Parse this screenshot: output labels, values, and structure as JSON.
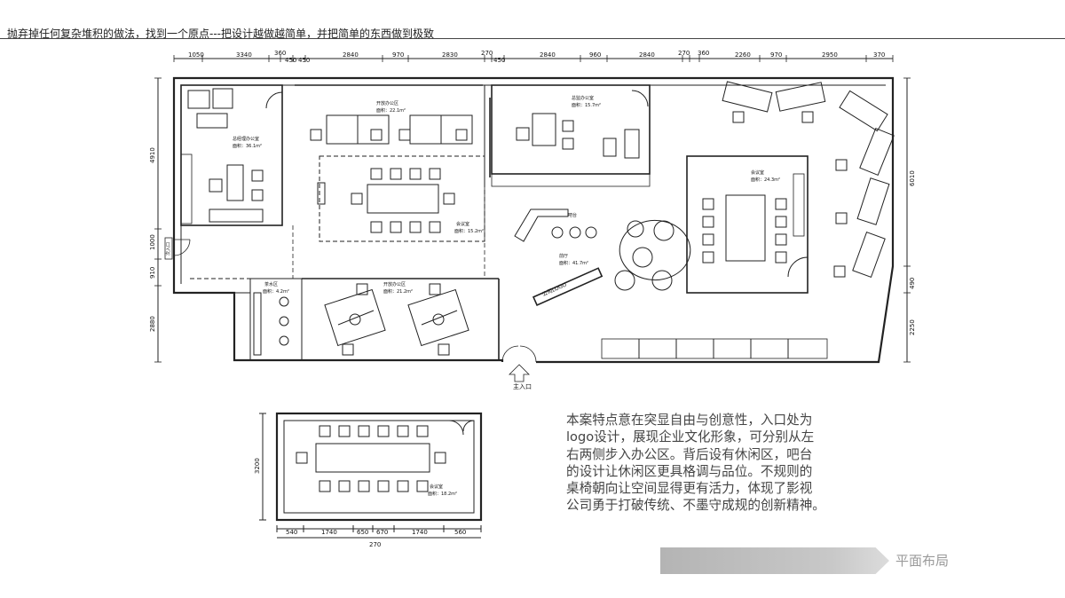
{
  "header": {
    "title": "抛弃掉任何复杂堆积的做法，找到一个原点---把设计越做越简单，并把简单的东西做到极致"
  },
  "plan": {
    "top_dims": [
      "1050",
      "3340",
      "360",
      "450",
      "450",
      "2840",
      "970",
      "2830",
      "270",
      "450",
      "2840",
      "960",
      "2840",
      "270",
      "360",
      "2260",
      "970",
      "2950",
      "370"
    ],
    "left_dims": [
      "4910",
      "1000",
      "910",
      "2880"
    ],
    "right_dims": [
      "6010",
      "490",
      "2250"
    ],
    "rooms": {
      "manager_office": "总经理办公室",
      "manager_area": "面积：36.1m²",
      "open_office": "开放办公区",
      "open_area": "面积：22.1m²",
      "finance": "总监办公室",
      "finance_area": "面积：15.7m²",
      "meeting1": "会议室",
      "meeting1_area": "面积：15.2m²",
      "meeting2": "会议室",
      "meeting2_area": "面积：24.3m²",
      "bar": "吧台",
      "hall": "前厅",
      "hall_area": "面积：41.7m²",
      "tea": "茶水区",
      "tea_area": "面积：4.2m²",
      "office2": "开放办公区",
      "office2_area": "面积：21.2m²",
      "side_entrance": "次入口",
      "main_entrance": "主入口",
      "logo_wall": "公司LOGO"
    }
  },
  "inset": {
    "width_dims": [
      "540",
      "1740",
      "650",
      "670",
      "1740",
      "560"
    ],
    "total": "270",
    "height_dim": "3200",
    "room": "会议室",
    "room_area": "面积：18.2m²"
  },
  "description": [
    "本案特点意在突显自由与创意性，入口处为",
    "logo设计，展现企业文化形象，可分别从左",
    "右两侧步入办公区。背后设有休闲区，吧台",
    "的设计让休闲区更具格调与品位。不规则的",
    "桌椅朝向让空间显得更有活力，体现了影视",
    "公司勇于打破传统、不墨守成规的创新精神。"
  ],
  "section_tag": "平面布局"
}
